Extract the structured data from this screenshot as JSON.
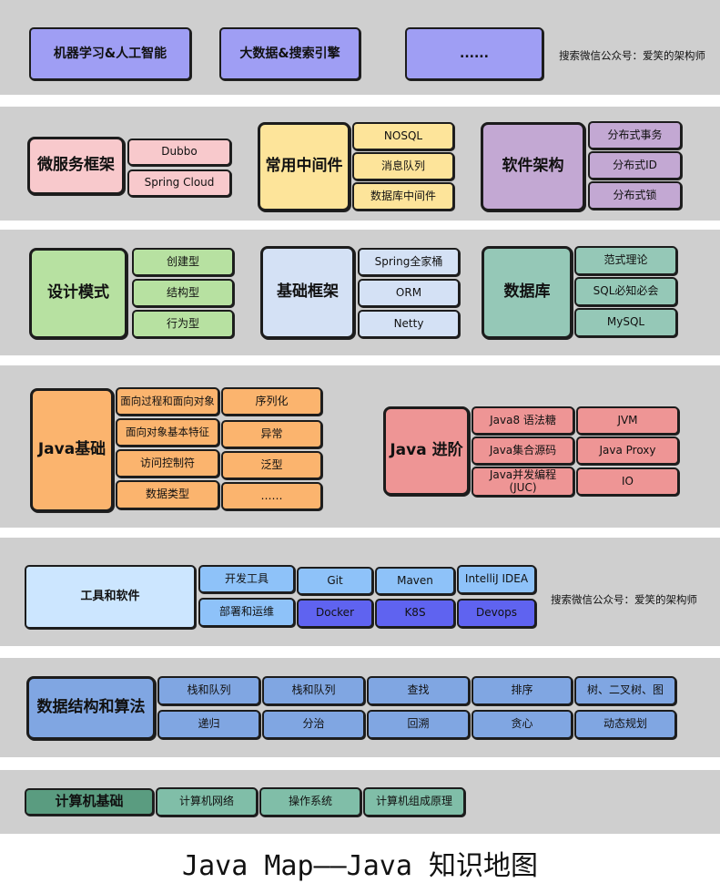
{
  "rows": {
    "top": {
      "ml": "机器学习&人工智能",
      "bigdata": "大数据&搜索引擎",
      "more": "......",
      "wechat": "搜索微信公众号：爱笑的架构师"
    },
    "micro": {
      "label": "微服务框架",
      "items": [
        "Dubbo",
        "Spring Cloud"
      ]
    },
    "middleware": {
      "label": "常用中间件",
      "items": [
        "NOSQL",
        "消息队列",
        "数据库中间件"
      ]
    },
    "arch": {
      "label": "软件架构",
      "items": [
        "分布式事务",
        "分布式ID",
        "分布式锁"
      ]
    },
    "design": {
      "label": "设计模式",
      "items": [
        "创建型",
        "结构型",
        "行为型"
      ]
    },
    "framework": {
      "label": "基础框架",
      "items": [
        "Spring全家桶",
        "ORM",
        "Netty"
      ]
    },
    "db": {
      "label": "数据库",
      "items": [
        "范式理论",
        "SQL必知必会",
        "MySQL"
      ]
    },
    "javabase": {
      "label": "Java基础",
      "left": [
        "面向过程和面向对象",
        "面向对象基本特征",
        "访问控制符",
        "数据类型"
      ],
      "right": [
        "序列化",
        "异常",
        "泛型",
        "……"
      ]
    },
    "javaadv": {
      "label": "Java 进阶",
      "left": [
        "Java8 语法糖",
        "Java集合源码",
        "Java并发编程\n(JUC)"
      ],
      "right": [
        "JVM",
        "Java Proxy",
        "IO"
      ]
    },
    "tools": {
      "label": "工具和软件",
      "row1": [
        "开发工具",
        "Git",
        "Maven",
        "IntelliJ IDEA"
      ],
      "row2": [
        "部署和运维",
        "Docker",
        "K8S",
        "Devops"
      ],
      "wechat": "搜索微信公众号：爱笑的架构师"
    },
    "algo": {
      "label": "数据结构和算法",
      "row1": [
        "栈和队列",
        "栈和队列",
        "查找",
        "排序",
        "树、二叉树、图"
      ],
      "row2": [
        "递归",
        "分治",
        "回溯",
        "贪心",
        "动态规划"
      ]
    },
    "cs": {
      "label": "计算机基础",
      "items": [
        "计算机网络",
        "操作系统",
        "计算机组成原理"
      ]
    }
  },
  "footer": {
    "title": "Java Map——Java 知识地图"
  },
  "colors": {
    "band": "#cfcfcf",
    "purple": "#9f9ef4",
    "pink": "#f8c9cc",
    "yellow": "#fde49a",
    "lilac": "#c3a8d3",
    "green": "#b7e1a1",
    "lightblue": "#d4e1f5",
    "teal": "#95c8b7",
    "orange": "#fbb46e",
    "salmon": "#ee9595",
    "paleblue": "#cce6ff",
    "skyblue": "#8ec2f9",
    "indigo": "#5f63f0",
    "steelblue": "#80a6e2",
    "darkteal": "#5a9c80",
    "cstgreen": "#80bea8"
  }
}
